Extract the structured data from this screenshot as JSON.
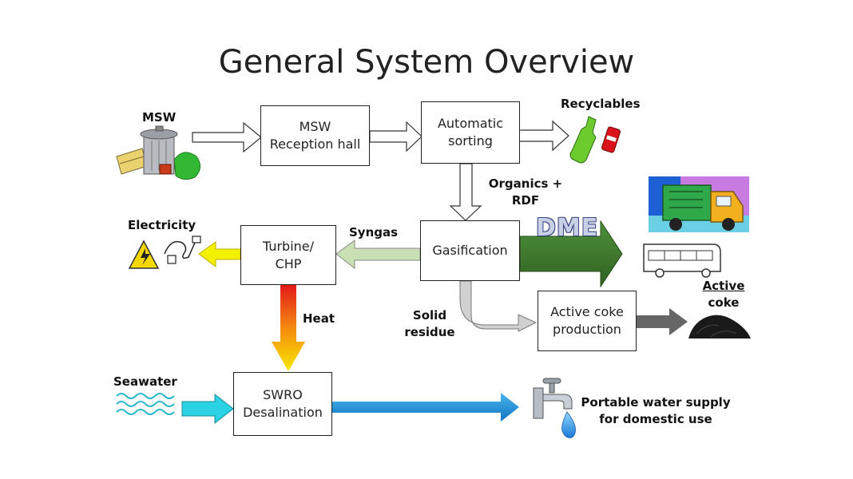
{
  "title": "General System Overview",
  "labels": {
    "msw": "MSW",
    "recyclables": "Recyclables",
    "organics_line1": "Organics +",
    "organics_line2": "RDF",
    "electricity": "Electricity",
    "syngas": "Syngas",
    "dme": "DME",
    "heat": "Heat",
    "solid_line1": "Solid",
    "solid_line2": "residue",
    "active_coke_line1": "Active",
    "active_coke_line2": "coke",
    "seawater": "Seawater",
    "water_line1": "Portable water supply",
    "water_line2": "for domestic use"
  },
  "boxes": {
    "reception": [
      "MSW",
      "Reception hall"
    ],
    "sorting": [
      "Automatic",
      "sorting"
    ],
    "gasification": [
      "Gasification"
    ],
    "turbine": [
      "Turbine/",
      "CHP"
    ],
    "coke": [
      "Active coke",
      "production"
    ],
    "swro": [
      "SWRO",
      "Desalination"
    ]
  },
  "colors": {
    "yellow_arrow": "#f5ef00",
    "syngas_arrow": "#c9e0b4",
    "dme_arrow": "#3f7a2e",
    "water_arrow": "#1e88d4",
    "seawater_arrow": "#2ad2e4",
    "coke_arrow": "#666666",
    "residue_arrow": "#cfcfcf"
  },
  "icons": [
    "trash-can-icon",
    "bottle-can-icon",
    "garbage-truck-icon",
    "bus-icon",
    "power-plug-icon",
    "coke-pile-icon",
    "water-waves-icon",
    "faucet-icon"
  ]
}
